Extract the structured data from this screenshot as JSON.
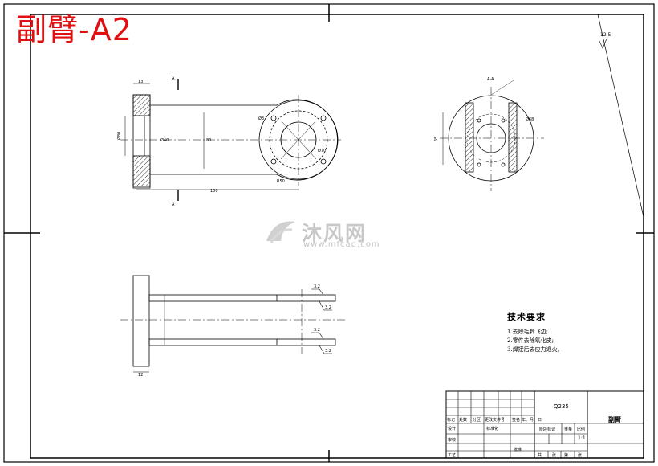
{
  "sheet_title": "副臂-A2",
  "watermark": {
    "brand": "沐风网",
    "url": "www.mfcad.com"
  },
  "surface_finish": "12.5",
  "tech_requirements": {
    "heading": "技术要求",
    "items": [
      "1.去除毛刺飞边;",
      "2.零件去除氧化皮;",
      "3.焊接后去应力退火。"
    ]
  },
  "title_block": {
    "material": "Q235",
    "part_name": "副臂",
    "scale": "1:1",
    "headers": [
      "标记",
      "处数",
      "分区",
      "更改文件号",
      "签名",
      "年、月、日"
    ],
    "roles": [
      "设计",
      "标准化",
      "审核",
      "工艺",
      "批准"
    ],
    "cells": {
      "stage_mark": "阶段标记",
      "weight": "重量",
      "ratio": "比例",
      "sheets_total": "共",
      "sheet_no": "张",
      "sheet_label": "第",
      "sheet_label2": "张"
    }
  },
  "colors": {
    "title": "#e01010",
    "line": "#000000"
  }
}
